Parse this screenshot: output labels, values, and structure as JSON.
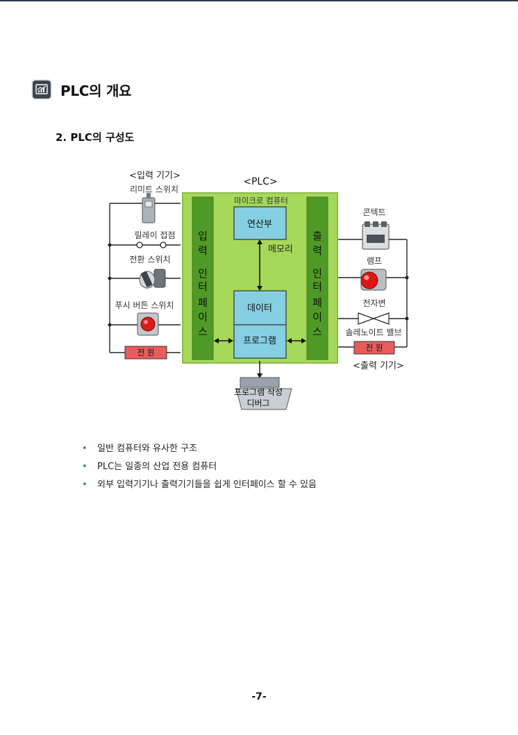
{
  "header": {
    "title": "PLC의 개요",
    "title_icon": "chart-presentation-icon"
  },
  "section": {
    "heading": "2. PLC의 구성도"
  },
  "figure": {
    "plc_label": "<PLC>",
    "input_devices_label": "<입력 기기>",
    "output_devices_label": "<출력 기기>",
    "microcomputer_label": "마이크로 컴퓨터",
    "input_interface": [
      "입",
      "력",
      "인",
      "터",
      "페",
      "이",
      "스"
    ],
    "output_interface": [
      "출",
      "력",
      "인",
      "터",
      "페",
      "이",
      "스"
    ],
    "arithmetic_unit": "연산부",
    "memory": "메모리",
    "data": "데이터",
    "program": "프로그램",
    "inputs": {
      "limit_switch": "리미트 스위치",
      "relay_contact": "릴레이 접점",
      "selector_switch": "전환 스위치",
      "push_button": "푸시 버튼 스위치",
      "power": "전  원"
    },
    "outputs": {
      "contactor": "콘텍트",
      "lamp": "램프",
      "solenoid_valve": "전자변",
      "solenoid_valve_sub": "솔레노이트 밸브",
      "power": "전  원"
    },
    "programming_tool": [
      "프로그램 작성",
      "디버그"
    ],
    "colors": {
      "plc_background": "#a6d85a",
      "interface_bar": "#4f9a26",
      "core_box": "#86cfe2",
      "power_box": "#e85c5c"
    }
  },
  "bullets": [
    "일반 컴퓨터와 유사한 구조",
    "PLC는 일종의 산업 전용 컴퓨터",
    "외부 입력기기나 출력기기들을 쉽게 인터페이스 할 수 있음"
  ],
  "bullet_glyph": "•",
  "footer": {
    "page_number": "-7-"
  }
}
